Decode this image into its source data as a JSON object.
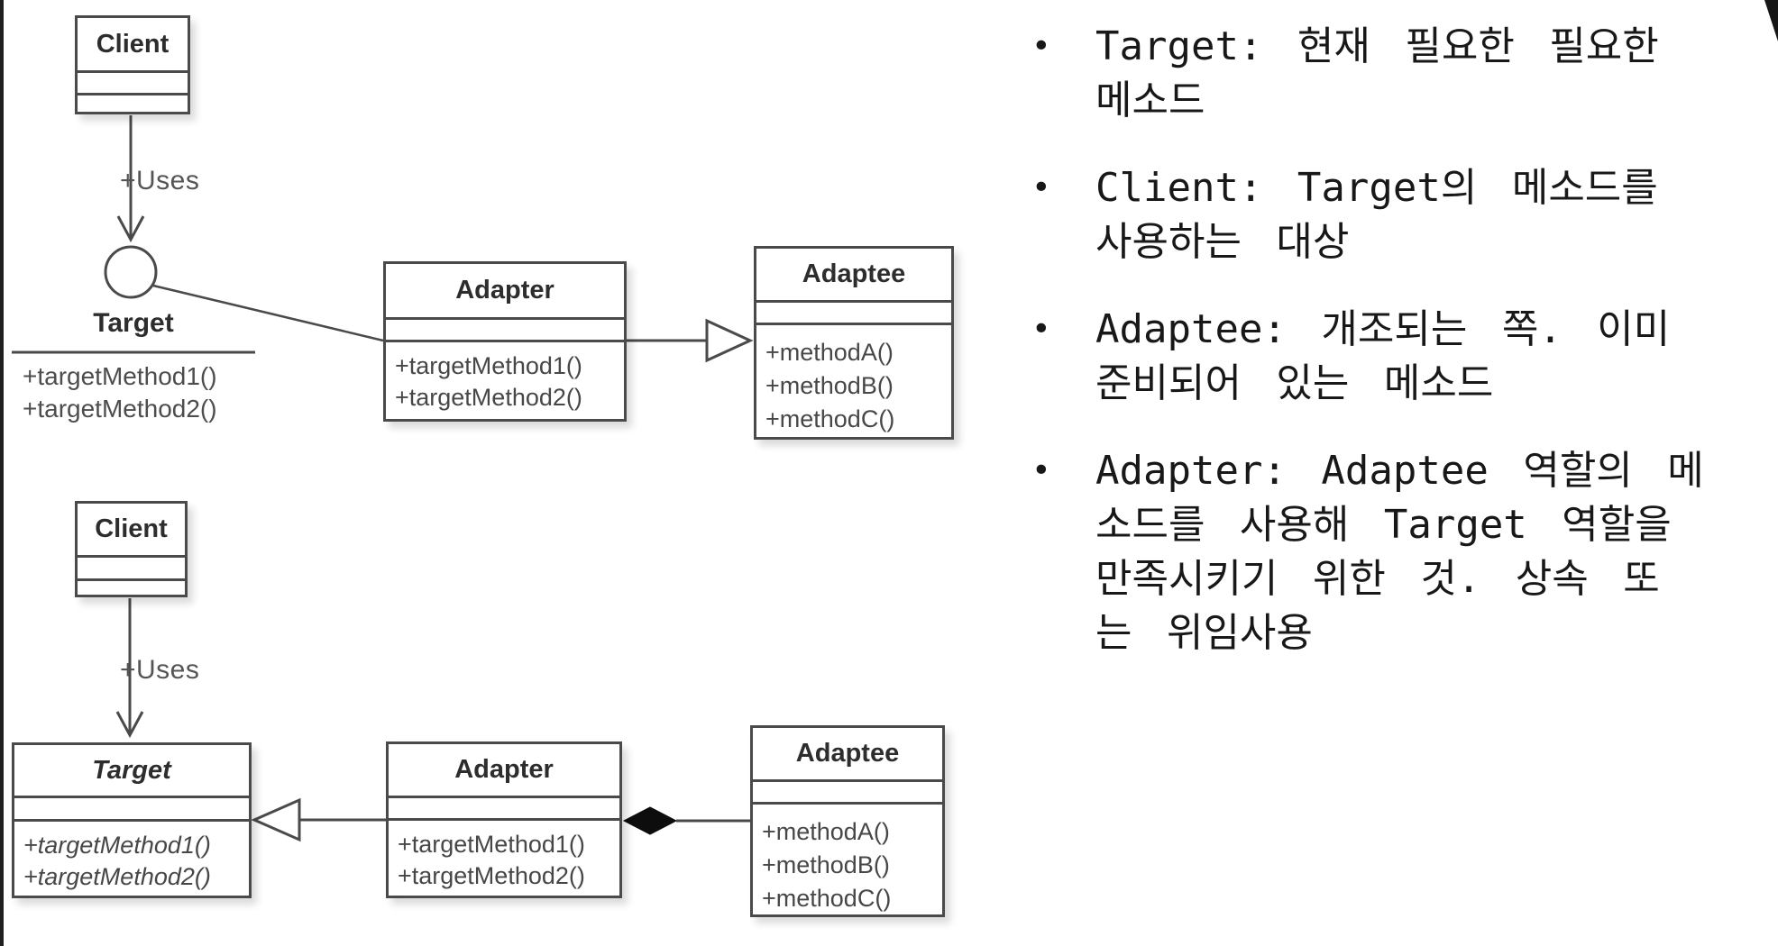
{
  "page": {
    "bullet_char": "•"
  },
  "colors": {
    "line": "#4a4a4a",
    "text": "#1c1c1c",
    "background": "#ffffff"
  },
  "diagram_top": {
    "client": {
      "title": "Client"
    },
    "uses_label": "+Uses",
    "interface_lollipop": {
      "name": "Target",
      "methods": [
        "+targetMethod1()",
        "+targetMethod2()"
      ]
    },
    "adapter": {
      "title": "Adapter",
      "methods": [
        "+targetMethod1()",
        "+targetMethod2()"
      ]
    },
    "adaptee": {
      "title": "Adaptee",
      "methods": [
        "+methodA()",
        "+methodB()",
        "+methodC()"
      ]
    }
  },
  "diagram_bottom": {
    "client": {
      "title": "Client"
    },
    "uses_label": "+Uses",
    "target": {
      "title": "Target",
      "methods": [
        "+targetMethod1()",
        "+targetMethod2()"
      ]
    },
    "adapter": {
      "title": "Adapter",
      "methods": [
        "+targetMethod1()",
        "+targetMethod2()"
      ]
    },
    "adaptee": {
      "title": "Adaptee",
      "methods": [
        "+methodA()",
        "+methodB()",
        "+methodC()"
      ]
    }
  },
  "notes": {
    "bullets": [
      {
        "lines": [
          "Target: 현재 필요한 필요한",
          "메소드"
        ]
      },
      {
        "lines": [
          "Client: Target의 메소드를",
          "사용하는 대상"
        ]
      },
      {
        "lines": [
          "Adaptee: 개조되는 쪽. 이미",
          "준비되어 있는 메소드"
        ]
      },
      {
        "lines": [
          "Adapter: Adaptee 역할의 메",
          "소드를 사용해 Target 역할을",
          "만족시키기 위한 것. 상속 또",
          "는 위임사용"
        ]
      }
    ]
  }
}
